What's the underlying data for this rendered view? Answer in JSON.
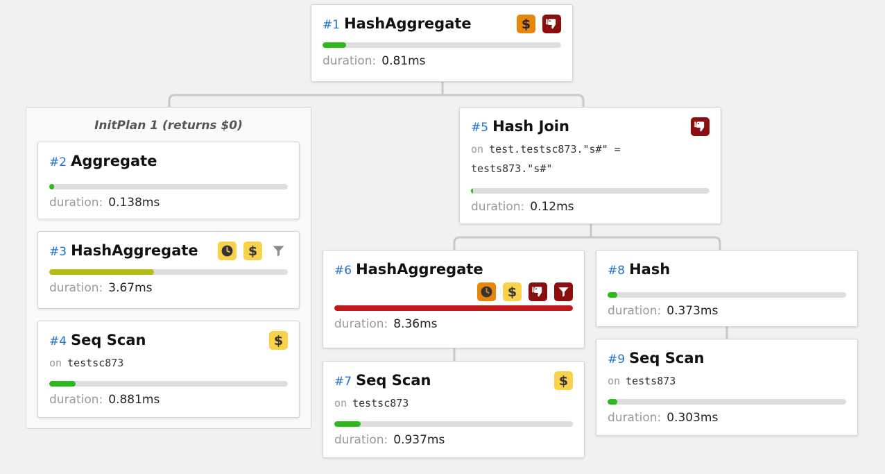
{
  "initplan": {
    "title": "InitPlan 1 (returns $0)"
  },
  "labels": {
    "duration": "duration:",
    "on": "on"
  },
  "icons": {
    "cost": "$",
    "time": "clock-icon",
    "estimate": "thumbs-down-icon",
    "filter": "filter-icon"
  },
  "colors": {
    "accent": "#1f6fd1",
    "bar_track": "#dedede",
    "bar_green": "#2db91b",
    "bar_olive": "#b4be12",
    "bar_red": "#c01818",
    "badge_yellow": "#f7d24a",
    "badge_orange": "#e8860c",
    "badge_red": "#8b0f0f"
  },
  "nodes": [
    {
      "num": "#1",
      "name": "HashAggregate",
      "duration": "0.81ms",
      "bar_fraction": 0.1,
      "bar_color": "green",
      "badges": [
        "cost-orange",
        "estimate-red"
      ]
    },
    {
      "num": "#2",
      "name": "Aggregate",
      "duration": "0.138ms",
      "bar_fraction": 0.02,
      "bar_color": "green",
      "badges": []
    },
    {
      "num": "#3",
      "name": "HashAggregate",
      "duration": "3.67ms",
      "bar_fraction": 0.44,
      "bar_color": "olive",
      "badges": [
        "time-yellow",
        "cost-yellow",
        "filter-grey"
      ]
    },
    {
      "num": "#4",
      "name": "Seq Scan",
      "on": "testsc873",
      "duration": "0.881ms",
      "bar_fraction": 0.11,
      "bar_color": "green",
      "badges": [
        "cost-yellow"
      ]
    },
    {
      "num": "#5",
      "name": "Hash Join",
      "on_line1": "test.testsc873.\"s#\" =",
      "on_line2": "tests873.\"s#\"",
      "duration": "0.12ms",
      "bar_fraction": 0.01,
      "bar_color": "green",
      "badges": [
        "estimate-red"
      ]
    },
    {
      "num": "#6",
      "name": "HashAggregate",
      "duration": "8.36ms",
      "bar_fraction": 1.0,
      "bar_color": "red",
      "badges": [
        "time-orange",
        "cost-yellow",
        "estimate-red",
        "filter-red"
      ]
    },
    {
      "num": "#7",
      "name": "Seq Scan",
      "on": "testsc873",
      "duration": "0.937ms",
      "bar_fraction": 0.11,
      "bar_color": "green",
      "badges": [
        "cost-yellow"
      ]
    },
    {
      "num": "#8",
      "name": "Hash",
      "duration": "0.373ms",
      "bar_fraction": 0.04,
      "bar_color": "green",
      "badges": []
    },
    {
      "num": "#9",
      "name": "Seq Scan",
      "on": "tests873",
      "duration": "0.303ms",
      "bar_fraction": 0.04,
      "bar_color": "green",
      "badges": []
    }
  ]
}
